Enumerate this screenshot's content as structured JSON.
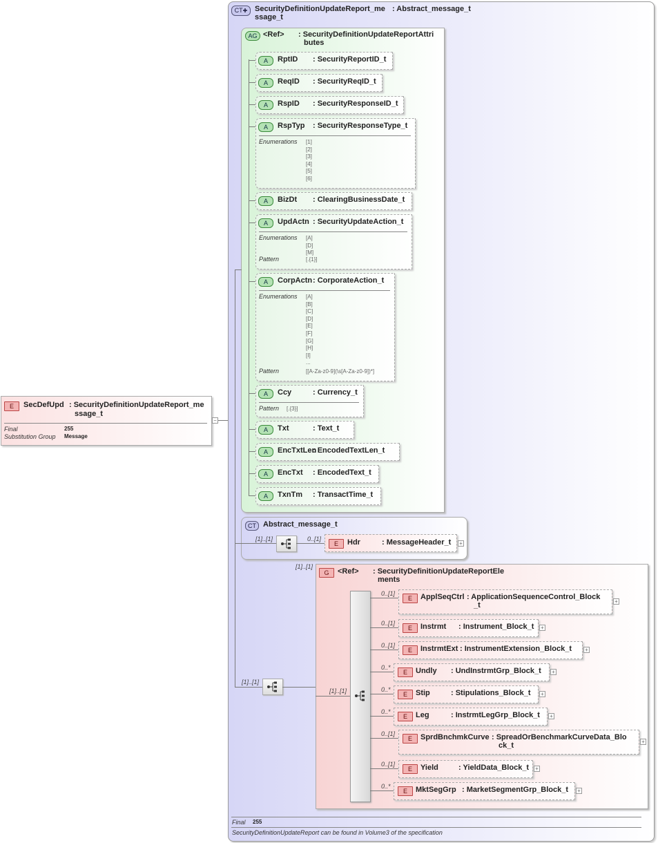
{
  "root": {
    "badge": "E",
    "name": "SecDefUpd",
    "type_line1": ": SecurityDefinitionUpdateReport_me",
    "type_line2": "ssage_t",
    "props": [
      {
        "key": "Final",
        "value": "255"
      },
      {
        "key": "Substitution Group",
        "value": "Message"
      }
    ]
  },
  "complex_type": {
    "badge": "CT",
    "name_line1": "SecurityDefinitionUpdateReport_me",
    "name_line2": "ssage_t",
    "base": ": Abstract_message_t",
    "footer_final_label": "Final",
    "footer_final_value": "255",
    "footer_note": "SecurityDefinitionUpdateReport can be found in Volume3 of the specification"
  },
  "attr_group": {
    "badge": "AG",
    "ref": "<Ref>",
    "type_line1": ": SecurityDefinitionUpdateReportAttri",
    "type_line2": "butes",
    "attributes": [
      {
        "badge": "A",
        "name": "RptID",
        "type": ": SecurityReportID_t"
      },
      {
        "badge": "A",
        "name": "ReqID",
        "type": ": SecurityReqID_t"
      },
      {
        "badge": "A",
        "name": "RspID",
        "type": ": SecurityResponseID_t"
      },
      {
        "badge": "A",
        "name": "RspTyp",
        "type": ": SecurityResponseType_t",
        "enum_label": "Enumerations",
        "enums": [
          "[1]",
          "[2]",
          "[3]",
          "[4]",
          "[5]",
          "[6]"
        ]
      },
      {
        "badge": "A",
        "name": "BizDt",
        "type": ": ClearingBusinessDate_t"
      },
      {
        "badge": "A",
        "name": "UpdActn",
        "type": ": SecurityUpdateAction_t",
        "enum_label": "Enumerations",
        "enums": [
          "[A]",
          "[D]",
          "[M]"
        ],
        "pattern_label": "Pattern",
        "pattern": "[.{1}]"
      },
      {
        "badge": "A",
        "name": "CorpActn",
        "type": ": CorporateAction_t",
        "enum_label": "Enumerations",
        "enums": [
          "[A]",
          "[B]",
          "[C]",
          "[D]",
          "[E]",
          "[F]",
          "[G]",
          "[H]",
          "[I]",
          "..."
        ],
        "pattern_label": "Pattern",
        "pattern": "[[A-Za-z0-9](\\s[A-Za-z0-9])*]"
      },
      {
        "badge": "A",
        "name": "Ccy",
        "type": ": Currency_t",
        "pattern_label": "Pattern",
        "pattern": "[.{3}]"
      },
      {
        "badge": "A",
        "name": "Txt",
        "type": ": Text_t"
      },
      {
        "badge": "A",
        "name": "EncTxtLen",
        "type": ": EncodedTextLen_t"
      },
      {
        "badge": "A",
        "name": "EncTxt",
        "type": ": EncodedText_t"
      },
      {
        "badge": "A",
        "name": "TxnTm",
        "type": ": TransactTime_t"
      }
    ]
  },
  "abstract": {
    "badge": "CT",
    "name": "Abstract_message_t",
    "seq_card": "[1]..[1]",
    "hdr_card": "0..[1]",
    "hdr": {
      "badge": "E",
      "name": "Hdr",
      "type": ": MessageHeader_t"
    }
  },
  "group": {
    "badge": "G",
    "ref": "<Ref>",
    "type_line1": ": SecurityDefinitionUpdateReportEle",
    "type_line2": "ments",
    "group_card": "[1]..[1]",
    "outer_seq_card": "[1]..[1]",
    "inner_seq_card": "[1]..[1]",
    "elements": [
      {
        "card": "0..[1]",
        "badge": "E",
        "name": "ApplSeqCtrl",
        "type_line1": ": ApplicationSequenceControl_Block",
        "type_line2": "_t"
      },
      {
        "card": "0..[1]",
        "badge": "E",
        "name": "Instrmt",
        "type_line1": ": Instrument_Block_t"
      },
      {
        "card": "0..[1]",
        "badge": "E",
        "name": "InstrmtExt",
        "type_line1": ": InstrumentExtension_Block_t"
      },
      {
        "card": "0..*",
        "badge": "E",
        "name": "Undly",
        "type_line1": ": UndInstrmtGrp_Block_t"
      },
      {
        "card": "0..*",
        "badge": "E",
        "name": "Stip",
        "type_line1": ": Stipulations_Block_t"
      },
      {
        "card": "0..*",
        "badge": "E",
        "name": "Leg",
        "type_line1": ": InstrmtLegGrp_Block_t"
      },
      {
        "card": "0..[1]",
        "badge": "E",
        "name": "SprdBnchmkCurve",
        "type_line1": ": SpreadOrBenchmarkCurveData_Blo",
        "type_line2": "ck_t"
      },
      {
        "card": "0..[1]",
        "badge": "E",
        "name": "Yield",
        "type_line1": ": YieldData_Block_t"
      },
      {
        "card": "0..*",
        "badge": "E",
        "name": "MktSegGrp",
        "type_line1": ": MarketSegmentGrp_Block_t"
      }
    ]
  }
}
